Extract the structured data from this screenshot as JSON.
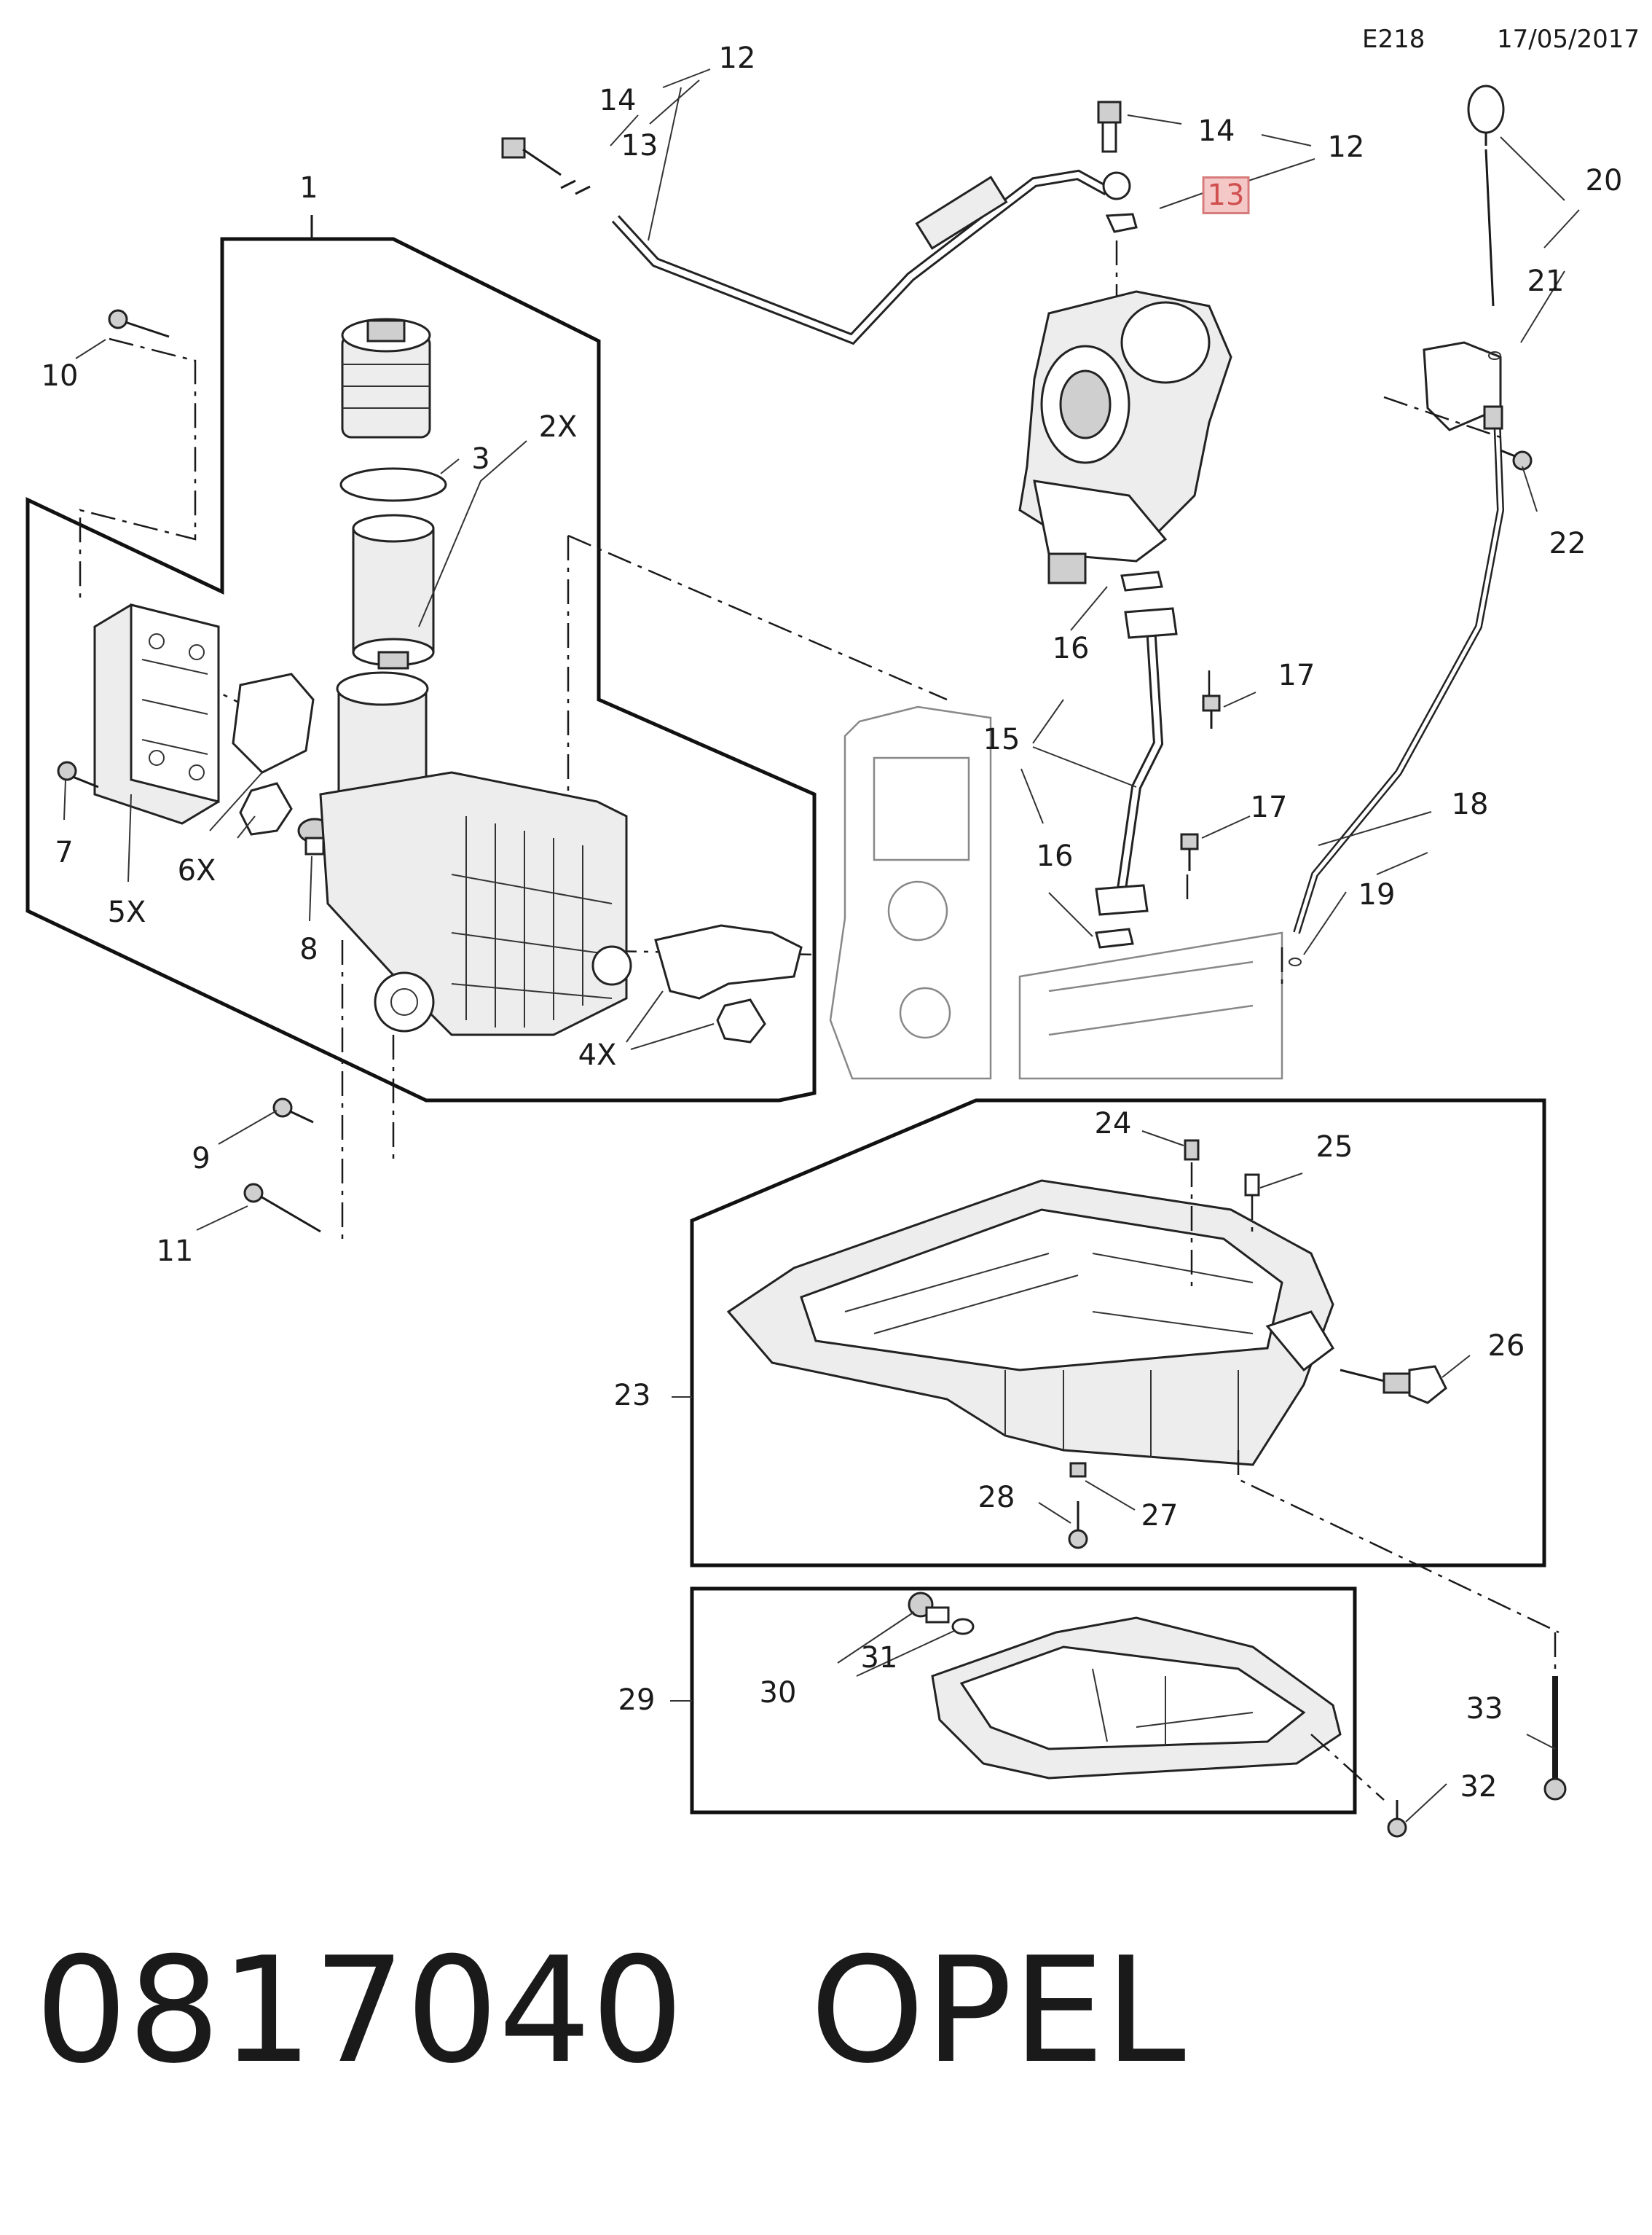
{
  "header": {
    "code": "E218",
    "date": "17/05/2017"
  },
  "callouts": [
    {
      "id": "c12a",
      "text": "12"
    },
    {
      "id": "c14a",
      "text": "14"
    },
    {
      "id": "c13a",
      "text": "13"
    },
    {
      "id": "c1",
      "text": "1"
    },
    {
      "id": "c14b",
      "text": "14"
    },
    {
      "id": "c12b",
      "text": "12"
    },
    {
      "id": "c13b",
      "text": "13",
      "highlighted": true
    },
    {
      "id": "c20",
      "text": "20"
    },
    {
      "id": "c21",
      "text": "21"
    },
    {
      "id": "c10",
      "text": "10"
    },
    {
      "id": "c3",
      "text": "3"
    },
    {
      "id": "c2x",
      "text": "2X"
    },
    {
      "id": "c22",
      "text": "22"
    },
    {
      "id": "c16a",
      "text": "16"
    },
    {
      "id": "c17a",
      "text": "17"
    },
    {
      "id": "c15",
      "text": "15"
    },
    {
      "id": "c7",
      "text": "7"
    },
    {
      "id": "c6x",
      "text": "6X"
    },
    {
      "id": "c5x",
      "text": "5X"
    },
    {
      "id": "c8",
      "text": "8"
    },
    {
      "id": "c17b",
      "text": "17"
    },
    {
      "id": "c18",
      "text": "18"
    },
    {
      "id": "c16b",
      "text": "16"
    },
    {
      "id": "c19",
      "text": "19"
    },
    {
      "id": "c4x",
      "text": "4X"
    },
    {
      "id": "c9",
      "text": "9"
    },
    {
      "id": "c11",
      "text": "11"
    },
    {
      "id": "c24",
      "text": "24"
    },
    {
      "id": "c25",
      "text": "25"
    },
    {
      "id": "c23",
      "text": "23"
    },
    {
      "id": "c26",
      "text": "26"
    },
    {
      "id": "c28",
      "text": "28"
    },
    {
      "id": "c27",
      "text": "27"
    },
    {
      "id": "c31",
      "text": "31"
    },
    {
      "id": "c30",
      "text": "30"
    },
    {
      "id": "c29",
      "text": "29"
    },
    {
      "id": "c33",
      "text": "33"
    },
    {
      "id": "c32",
      "text": "32"
    }
  ],
  "footer": {
    "part_number": "0817040",
    "brand": "OPEL"
  },
  "colors": {
    "ink": "#1a1a1a",
    "highlight_fill": "#f5c8c8",
    "highlight_border": "#d87b7b"
  }
}
